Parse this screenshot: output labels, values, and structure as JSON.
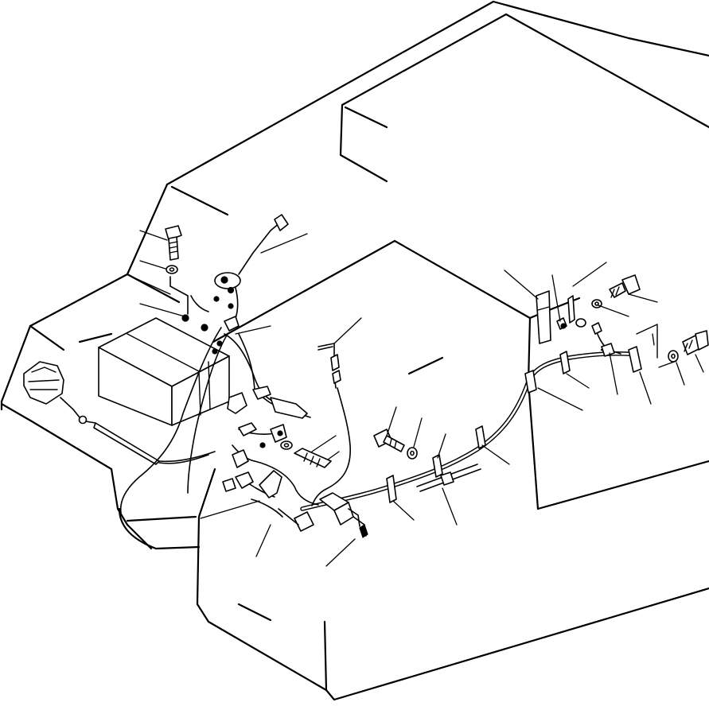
{
  "diagram": {
    "type": "exploded-parts-diagram",
    "colors": {
      "line": "#000000",
      "background": "#ffffff"
    },
    "components": [
      "machine-body",
      "battery",
      "horn",
      "fuel-gauge-sender",
      "wiring-harness",
      "harness-clamps",
      "bolts",
      "washers",
      "ground-strap",
      "connectors"
    ]
  }
}
